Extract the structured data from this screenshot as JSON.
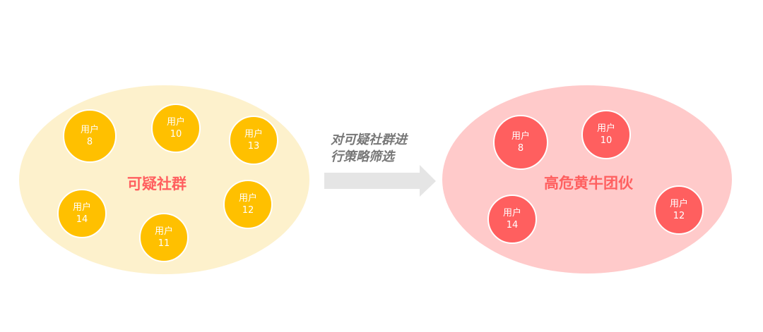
{
  "left_group": {
    "title": "可疑社群",
    "users": [
      {
        "label": "用户",
        "id": "8"
      },
      {
        "label": "用户",
        "id": "10"
      },
      {
        "label": "用户",
        "id": "13"
      },
      {
        "label": "用户",
        "id": "14"
      },
      {
        "label": "用户",
        "id": "12"
      },
      {
        "label": "用户",
        "id": "11"
      }
    ]
  },
  "arrow": {
    "caption_line1": "对可疑社群进",
    "caption_line2": "行策略筛选"
  },
  "right_group": {
    "title": "高危黄牛团伙",
    "users": [
      {
        "label": "用户",
        "id": "8"
      },
      {
        "label": "用户",
        "id": "10"
      },
      {
        "label": "用户",
        "id": "14"
      },
      {
        "label": "用户",
        "id": "12"
      }
    ]
  },
  "colors": {
    "suspect_bg": "#FDF1CC",
    "suspect_node": "#FFC000",
    "risk_bg": "#FFCACA",
    "risk_node": "#FF5F5F",
    "title": "#FF5F5F"
  }
}
